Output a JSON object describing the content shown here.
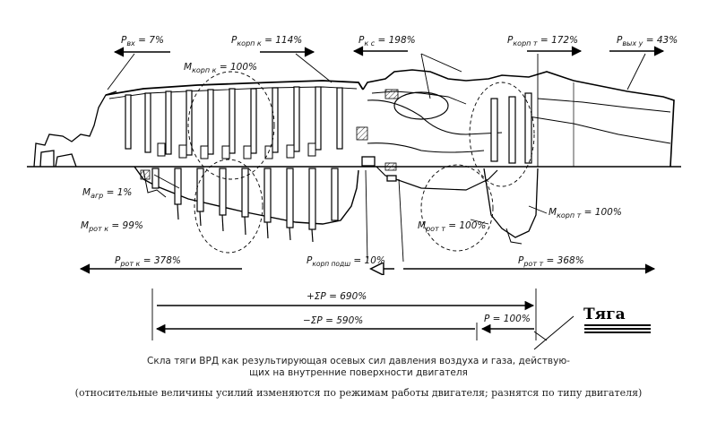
{
  "labels": {
    "p_vx": "P",
    "p_vx_sub": "вх",
    "p_vx_val": " = 7%",
    "p_korp_k": "P",
    "p_korp_k_sub": "корп к",
    "p_korp_k_val": " = 114%",
    "p_ks": "P",
    "p_ks_sub": "к с",
    "p_ks_val": " = 198%",
    "p_korp_t": "P",
    "p_korp_t_sub": "корп т",
    "p_korp_t_val": " = 172%",
    "p_vyx": "P",
    "p_vyx_sub": "вых y",
    "p_vyx_val": " = 43%",
    "m_korp_k": "M",
    "m_korp_k_sub": "корп к",
    "m_korp_k_val": " = 100%",
    "m_agr": "M",
    "m_agr_sub": "агр",
    "m_agr_val": " = 1%",
    "m_rot_k": "M",
    "m_rot_k_sub": "рот к",
    "m_rot_k_val": " = 99%",
    "m_rot_t": "M",
    "m_rot_t_sub": "рот т",
    "m_rot_t_val": " = 100%",
    "m_korp_t": "M",
    "m_korp_t_sub": "корп т",
    "m_korp_t_val": " = 100%",
    "p_rot_k": "P",
    "p_rot_k_sub": "рот к",
    "p_rot_k_val": " = 378%",
    "p_korp_podsh": "P",
    "p_korp_podsh_sub": "корп подш",
    "p_korp_podsh_val": " = 10%",
    "p_rot_t": "P",
    "p_rot_t_sub": "рот т",
    "p_rot_t_val": " = 368%",
    "sum_plus": "+ΣP = 690%",
    "sum_minus": "−ΣP = 590%",
    "p_100": "P = 100%"
  },
  "thrust_label": "Тяга",
  "caption_line1": "Скла тяги ВРД как результирующая осевых сил давления воздуха и газа,  действую-",
  "caption_line1b": "щих на внутренние поверхности двигателя",
  "caption_line2": "(относительные величины усилий изменяются по режимам работы двигателя; разнятся по типу двигателя)"
}
